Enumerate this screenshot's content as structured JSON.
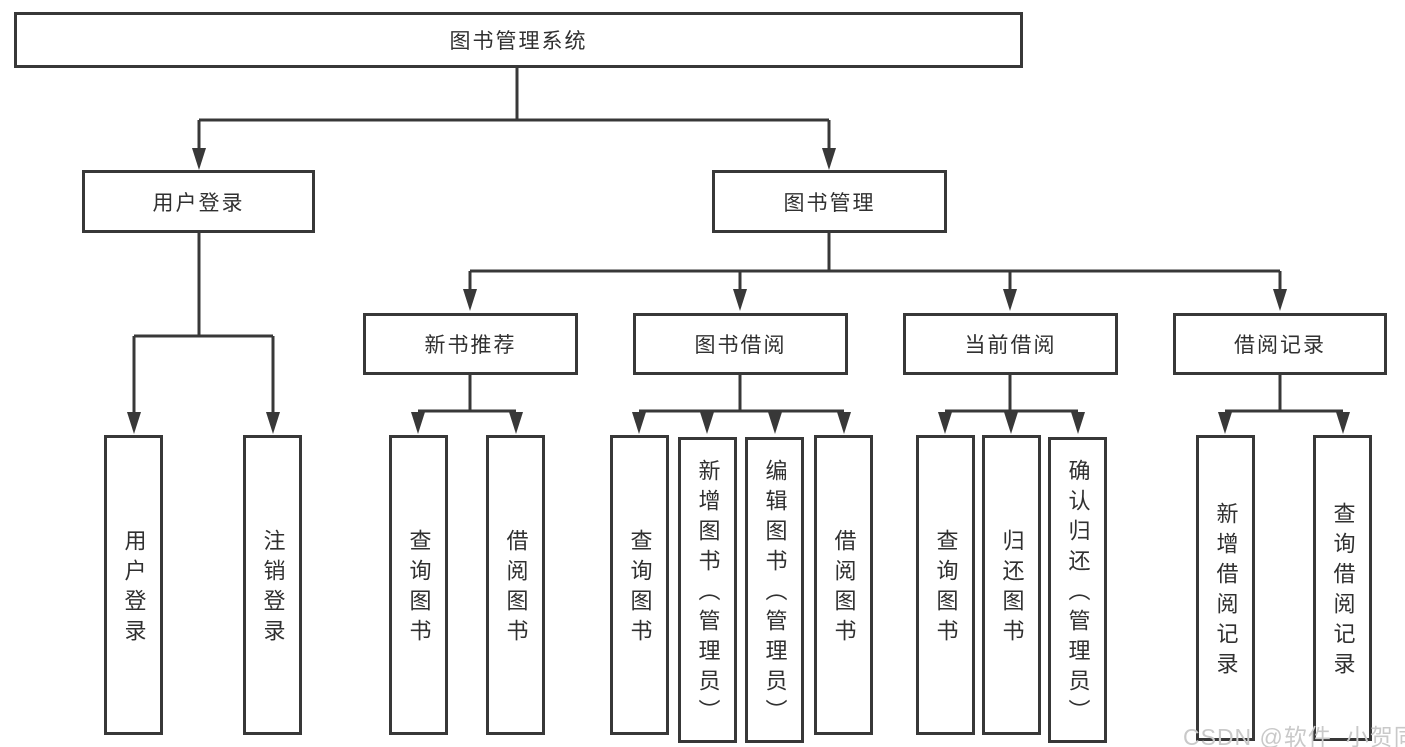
{
  "diagram_title": "图书管理系统",
  "tree": {
    "root": {
      "label": "图书管理系统"
    },
    "user": {
      "label": "用户登录",
      "children": [
        {
          "label": "用户登录"
        },
        {
          "label": "注销登录"
        }
      ]
    },
    "book": {
      "label": "图书管理",
      "sections": [
        {
          "label": "新书推荐",
          "children": [
            {
              "label": "查询图书"
            },
            {
              "label": "借阅图书"
            }
          ]
        },
        {
          "label": "图书借阅",
          "children": [
            {
              "label": "查询图书"
            },
            {
              "label": "新增图书（管理员）"
            },
            {
              "label": "编辑图书（管理员）"
            },
            {
              "label": "借阅图书"
            }
          ]
        },
        {
          "label": "当前借阅",
          "children": [
            {
              "label": "查询图书"
            },
            {
              "label": "归还图书"
            },
            {
              "label": "确认归还（管理员）"
            }
          ]
        },
        {
          "label": "借阅记录",
          "children": [
            {
              "label": "新增借阅记录"
            },
            {
              "label": "查询借阅记录"
            }
          ]
        }
      ]
    }
  },
  "watermark": "CSDN @软件_小贺同学",
  "colors": {
    "line": "#383838",
    "text": "#303030",
    "background": "#ffffff",
    "watermark_text": "#c9c9c9"
  }
}
